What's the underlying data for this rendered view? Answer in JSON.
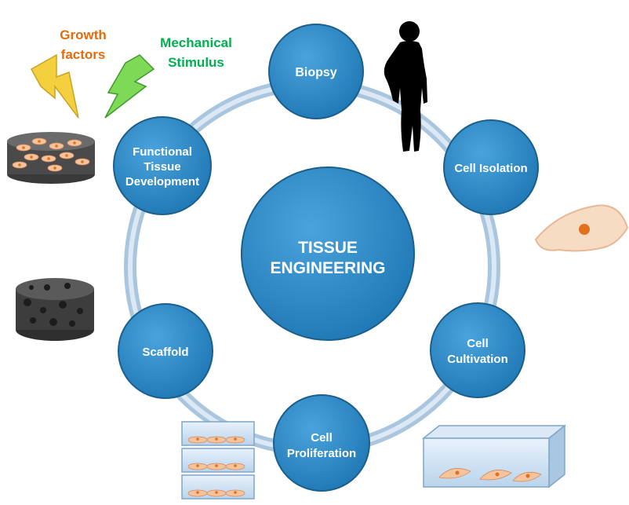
{
  "center": {
    "line1": "TISSUE",
    "line2": "ENGINEERING"
  },
  "stages": {
    "biopsy": {
      "line1": "Biopsy"
    },
    "cell_isolation": {
      "line1": "Cell Isolation"
    },
    "cell_cultivation": {
      "line1": "Cell",
      "line2": "Cultivation"
    },
    "cell_proliferation": {
      "line1": "Cell",
      "line2": "Proliferation"
    },
    "scaffold": {
      "line1": "Scaffold"
    },
    "functional_tissue_development": {
      "line1": "Functional",
      "line2": "Tissue",
      "line3": "Development"
    }
  },
  "stimuli": {
    "growth_factors": {
      "line1": "Growth",
      "line2": "factors",
      "color": "#e36c0a"
    },
    "mechanical_stimulus": {
      "line1": "Mechanical",
      "line2": "Stimulus",
      "color": "#00b050"
    }
  },
  "colors": {
    "node_fill": "#2e86c1",
    "node_edge": "#1b5f8c",
    "ring": "#b7cfe4",
    "cell_body": "#f7dcc4",
    "cell_nucleus": "#e2711d",
    "lightning_growth": "#f4d03f",
    "lightning_mechanical": "#7ed957"
  },
  "icons": [
    "human-silhouette-icon",
    "cell-icon",
    "scaffold-icon",
    "cell-seeded-scaffold-icon",
    "lightning-icon",
    "culture-flask-icon"
  ]
}
